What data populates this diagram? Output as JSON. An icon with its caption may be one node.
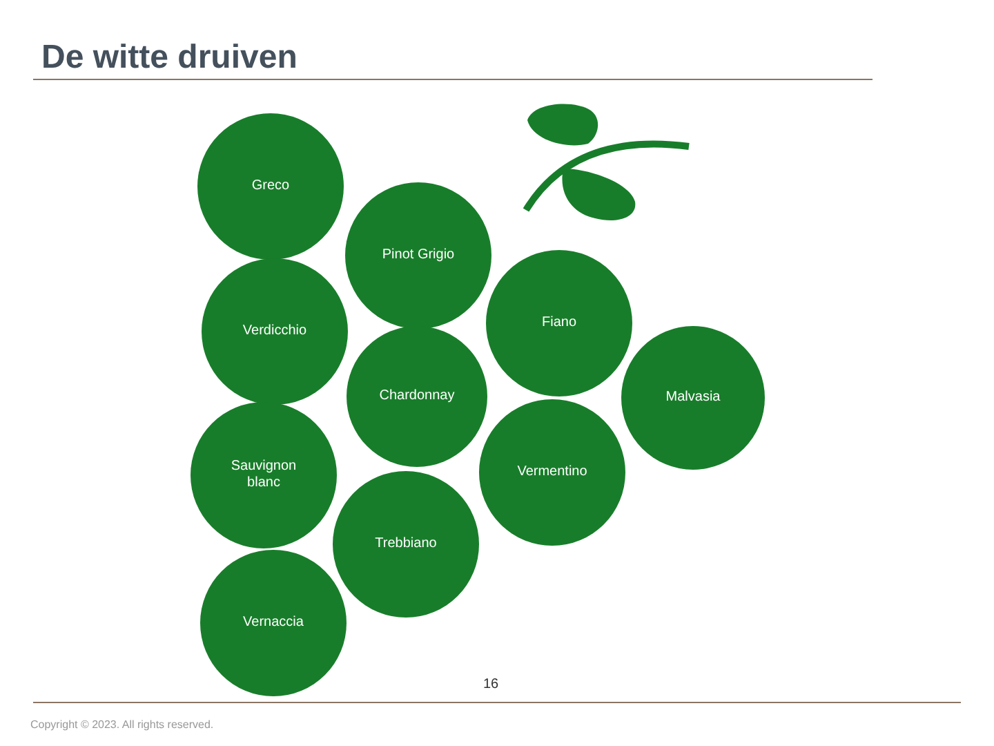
{
  "diagram": {
    "title": "De witte druiven",
    "nodes": [
      {
        "text": [
          "Greco"
        ]
      },
      {
        "text": [
          "Pinot Grigio"
        ]
      },
      {
        "text": [
          "Verdicchio"
        ]
      },
      {
        "text": [
          "Fiano"
        ]
      },
      {
        "text": [
          "Chardonnay"
        ]
      },
      {
        "text": [
          "Malvasia"
        ]
      },
      {
        "text": [
          "Sauvignon blanc"
        ]
      },
      {
        "text": [
          "Vermentino"
        ]
      },
      {
        "text": [
          "Trebbiano"
        ]
      },
      {
        "text": [
          "Vernaccia"
        ]
      }
    ],
    "labels": [
      "16",
      "Copyright © 2023. All rights reserved."
    ]
  }
}
